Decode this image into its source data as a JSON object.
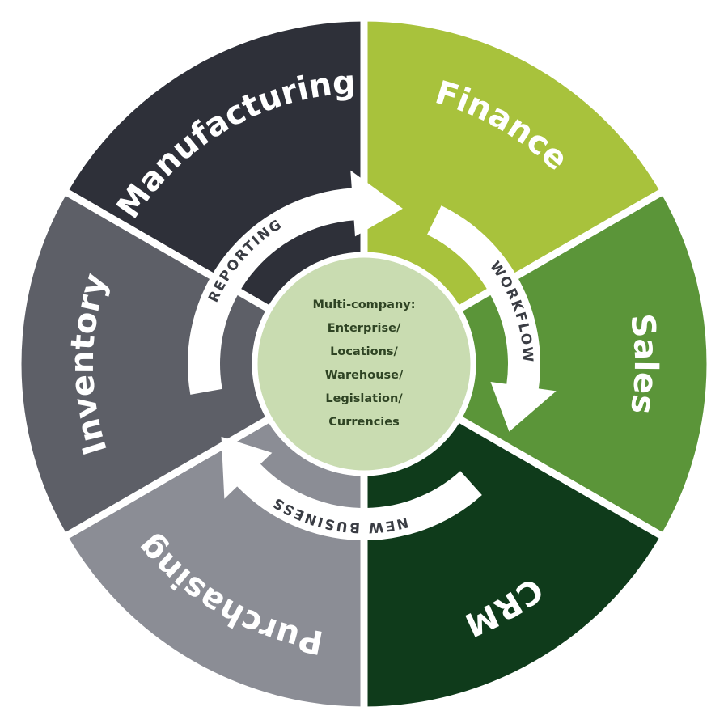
{
  "segments": [
    {
      "label": "Manufacturing",
      "color": "#2e3039"
    },
    {
      "label": "Finance",
      "color": "#a8c23c"
    },
    {
      "label": "Sales",
      "color": "#5b9539"
    },
    {
      "label": "CRM",
      "color": "#0f3b1b"
    },
    {
      "label": "Purchasing",
      "color": "#8b8d95"
    },
    {
      "label": "Inventory",
      "color": "#5d5f67"
    }
  ],
  "arrows": [
    {
      "label": "REPORTING"
    },
    {
      "label": "WORKFLOW"
    },
    {
      "label": "NEW BUSINESS"
    }
  ],
  "center": {
    "color": "#c9dcb1",
    "lines": [
      "Multi-company:",
      "Enterprise/",
      "Locations/",
      "Warehouse/",
      "Legislation/",
      "Currencies"
    ]
  }
}
